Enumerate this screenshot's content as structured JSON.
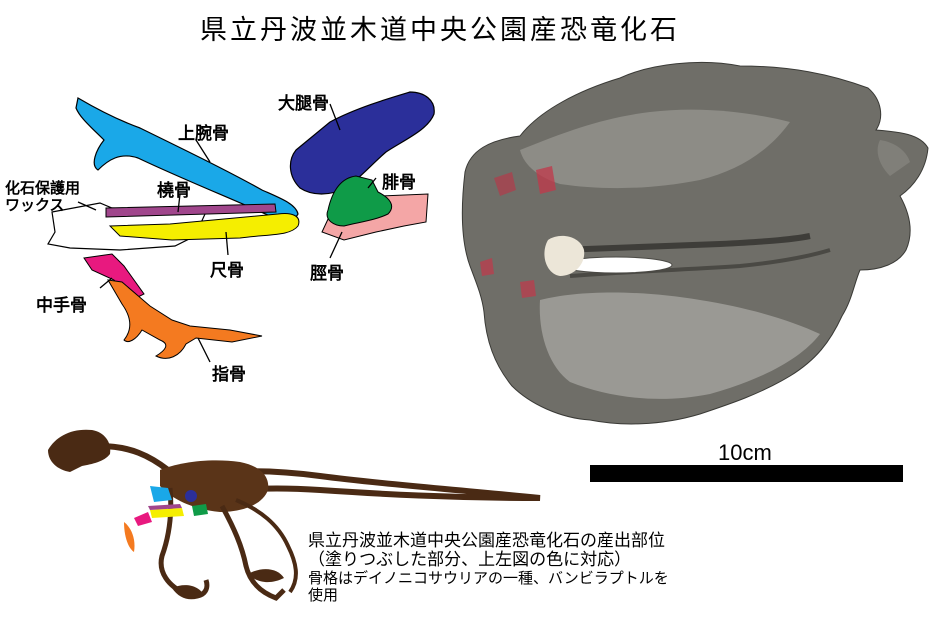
{
  "title": "県立丹波並木道中央公園産恐竜化石",
  "labels": {
    "humerus": "上腕骨",
    "radius": "橈骨",
    "ulna": "尺骨",
    "metacarpal": "中手骨",
    "phalanx": "指骨",
    "femur": "大腿骨",
    "fibula": "腓骨",
    "tibia": "脛骨",
    "wax_line1": "化石保護用",
    "wax_line2": "ワックス"
  },
  "colors": {
    "humerus": "#1aa8e8",
    "radius": "#a0468c",
    "ulna": "#f5ee00",
    "metacarpal": "#e8197f",
    "phalanx": "#f47a20",
    "femur": "#2b2f9a",
    "fibula": "#0f9b48",
    "tibia": "#f4a6a6"
  },
  "scale_bar": {
    "label": "10cm"
  },
  "caption": {
    "line1": "県立丹波並木道中央公園産恐竜化石の産出部位",
    "line2": "（塗りつぶした部分、上左図の色に対応）",
    "line3": "骨格はデイノニコサウリアの一種、バンビラプトルを",
    "line4": "使用"
  }
}
